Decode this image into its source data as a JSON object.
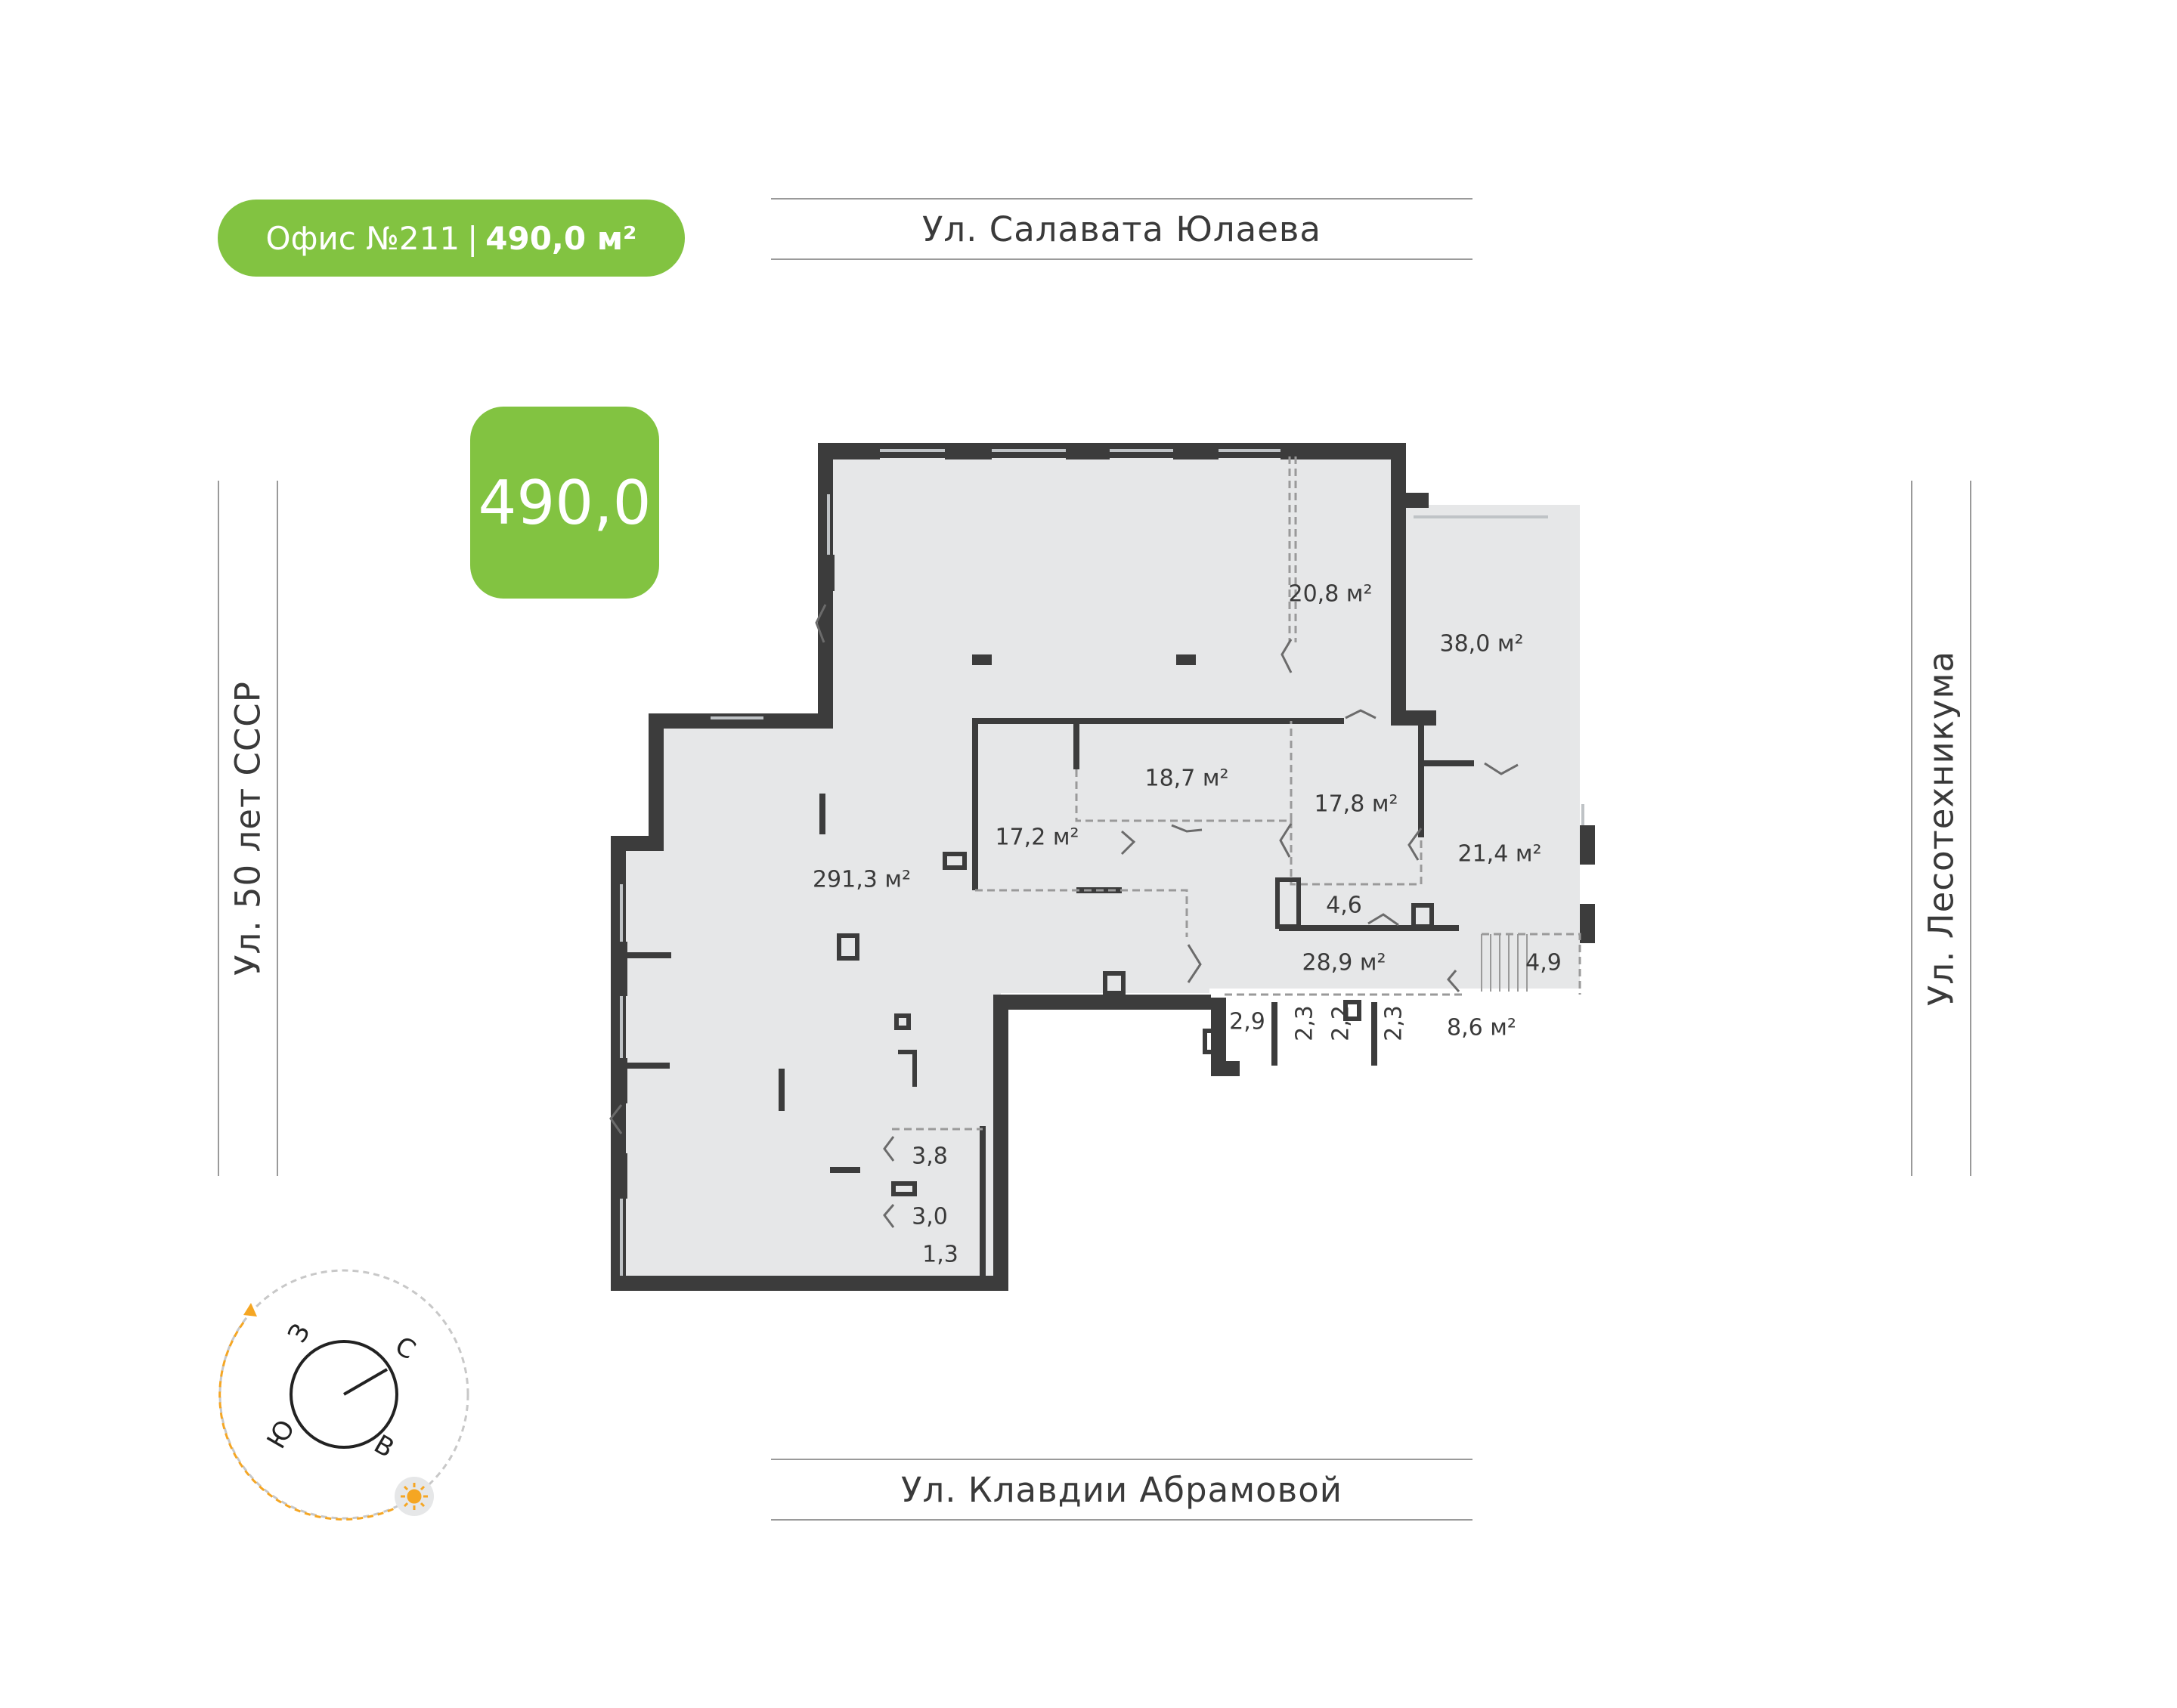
{
  "title": {
    "office": "Офис №211",
    "separator": "|",
    "area": "490,0 м²"
  },
  "area_badge": "490,0",
  "streets": {
    "top": "Ул. Салавата Юлаева",
    "bottom": "Ул. Клавдии Абрамовой",
    "left": "Ул. 50 лет СССР",
    "right": "Ул. Лесотехникума"
  },
  "rooms": {
    "main_hall": "291,3 м²",
    "corner_office": "20,8 м²",
    "large_room": "38,0 м²",
    "room_187": "18,7 м²",
    "room_172": "17,2 м²",
    "room_178": "17,8 м²",
    "room_214": "21,4 м²",
    "room_46": "4,6",
    "corridor": "28,9 м²",
    "room_49": "4,9",
    "room_29": "2,9",
    "wc_1": "2,3",
    "wc_2": "2,2",
    "wc_3": "2,3",
    "room_86": "8,6 м²",
    "room_38": "3,8",
    "room_30": "3,0",
    "room_13": "1,3"
  },
  "compass": {
    "north": "С",
    "south": "Ю",
    "west": "З",
    "east": "В",
    "sun_icon": "sun-icon"
  },
  "colors": {
    "accent_green": "#82c341",
    "floor_fill": "#e6e7e8",
    "wall": "#3c3c3c",
    "sun_path": "#f5a623"
  }
}
